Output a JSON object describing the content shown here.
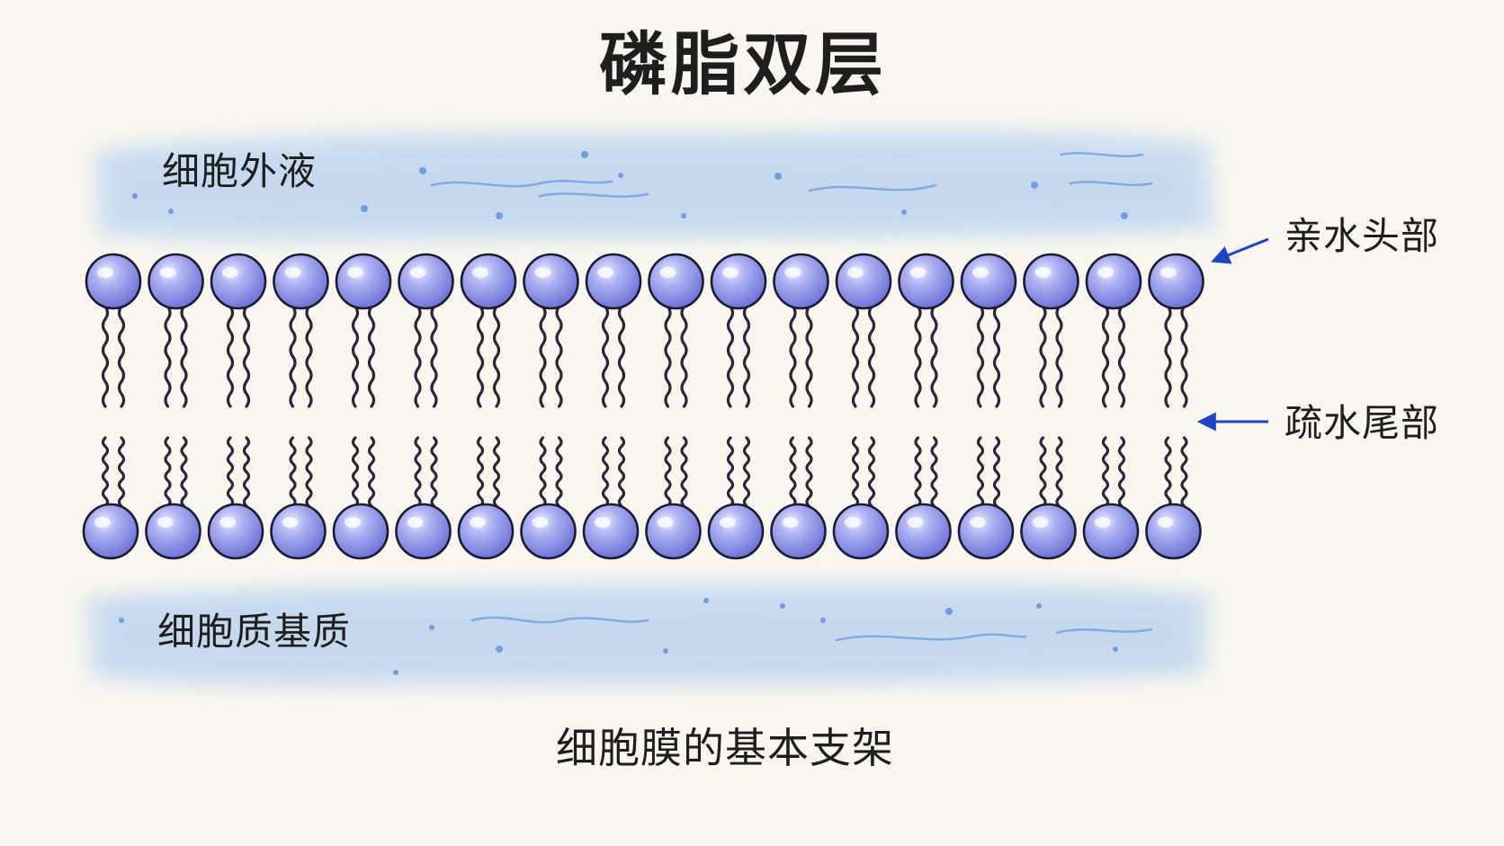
{
  "title": "磷脂双层",
  "caption": "细胞膜的基本支架",
  "regions": {
    "extracellular": "细胞外液",
    "intracellular": "细胞质基质"
  },
  "labels": {
    "head": "亲水头部",
    "tail": "疏水尾部"
  },
  "bilayer": {
    "phospholipids_per_leaflet": 18
  },
  "colors": {
    "head_fill": "#8f95ea",
    "head_outline": "#1b1b33",
    "tail": "#2d2638",
    "fluid": "#c9dcf1",
    "arrow": "#1f44c0",
    "background": "#f8f6ef"
  }
}
